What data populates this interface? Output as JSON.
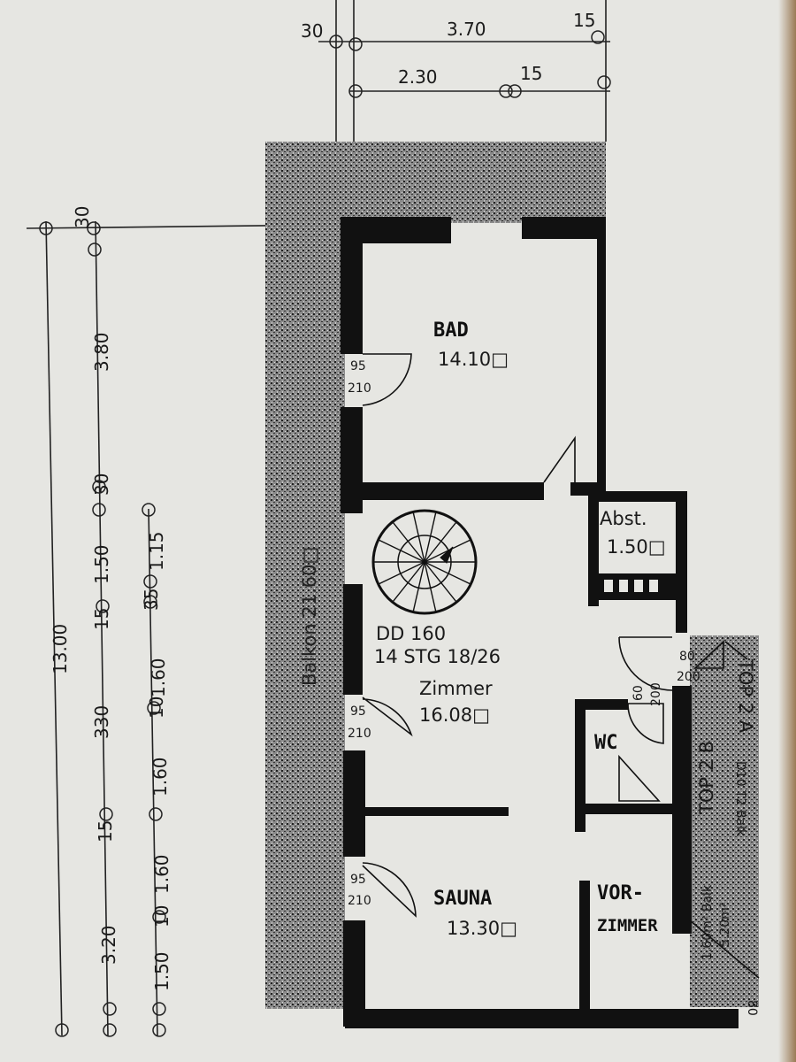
{
  "rooms": {
    "bad": {
      "name": "BAD",
      "area": "14.10□",
      "door_w": "95",
      "door_h": "210"
    },
    "abstellraum": {
      "name": "Abst.",
      "area": "1.50□"
    },
    "zimmer": {
      "stair_1": "DD 160",
      "stair_2": "14 STG 18/26",
      "name": "Zimmer",
      "area": "16.08□",
      "door_w": "95",
      "door_h": "210"
    },
    "wc": {
      "name": "WC",
      "door_w": "60",
      "door_h": "200"
    },
    "entrance_door": {
      "door_w": "80",
      "door_h": "200"
    },
    "sauna": {
      "name": "SAUNA",
      "area": "13.30□",
      "door_w": "95",
      "door_h": "210"
    },
    "vorzimmer": {
      "name_1": "VOR-",
      "name_2": "ZIMMER"
    },
    "balkon": {
      "label": "Balkon 21.60□"
    }
  },
  "neighbors": {
    "top_2b": "TOP 2 B",
    "top_2b_balk": "1.60m² Balk",
    "top_2a": "TOP 2 A",
    "top_2a_balk": "D10 T2 Balk",
    "top_2a_area": "5.20m²",
    "corner_dim": "80"
  },
  "dimensions": {
    "top": [
      "30",
      "3.70",
      "15",
      "2.30",
      "15"
    ],
    "left_outer": "13.00",
    "left_middle": [
      "30",
      "3.80",
      "30",
      "1.50",
      "15",
      "330",
      "15",
      "3.20"
    ],
    "left_inner": [
      "1.15",
      "35",
      "1.60",
      "10",
      "1.60",
      "1.60",
      "10",
      "1.50"
    ]
  },
  "colors": {
    "paper": "#e6e6e2",
    "wall": "#111111",
    "hatch": "#6f6f6f"
  }
}
